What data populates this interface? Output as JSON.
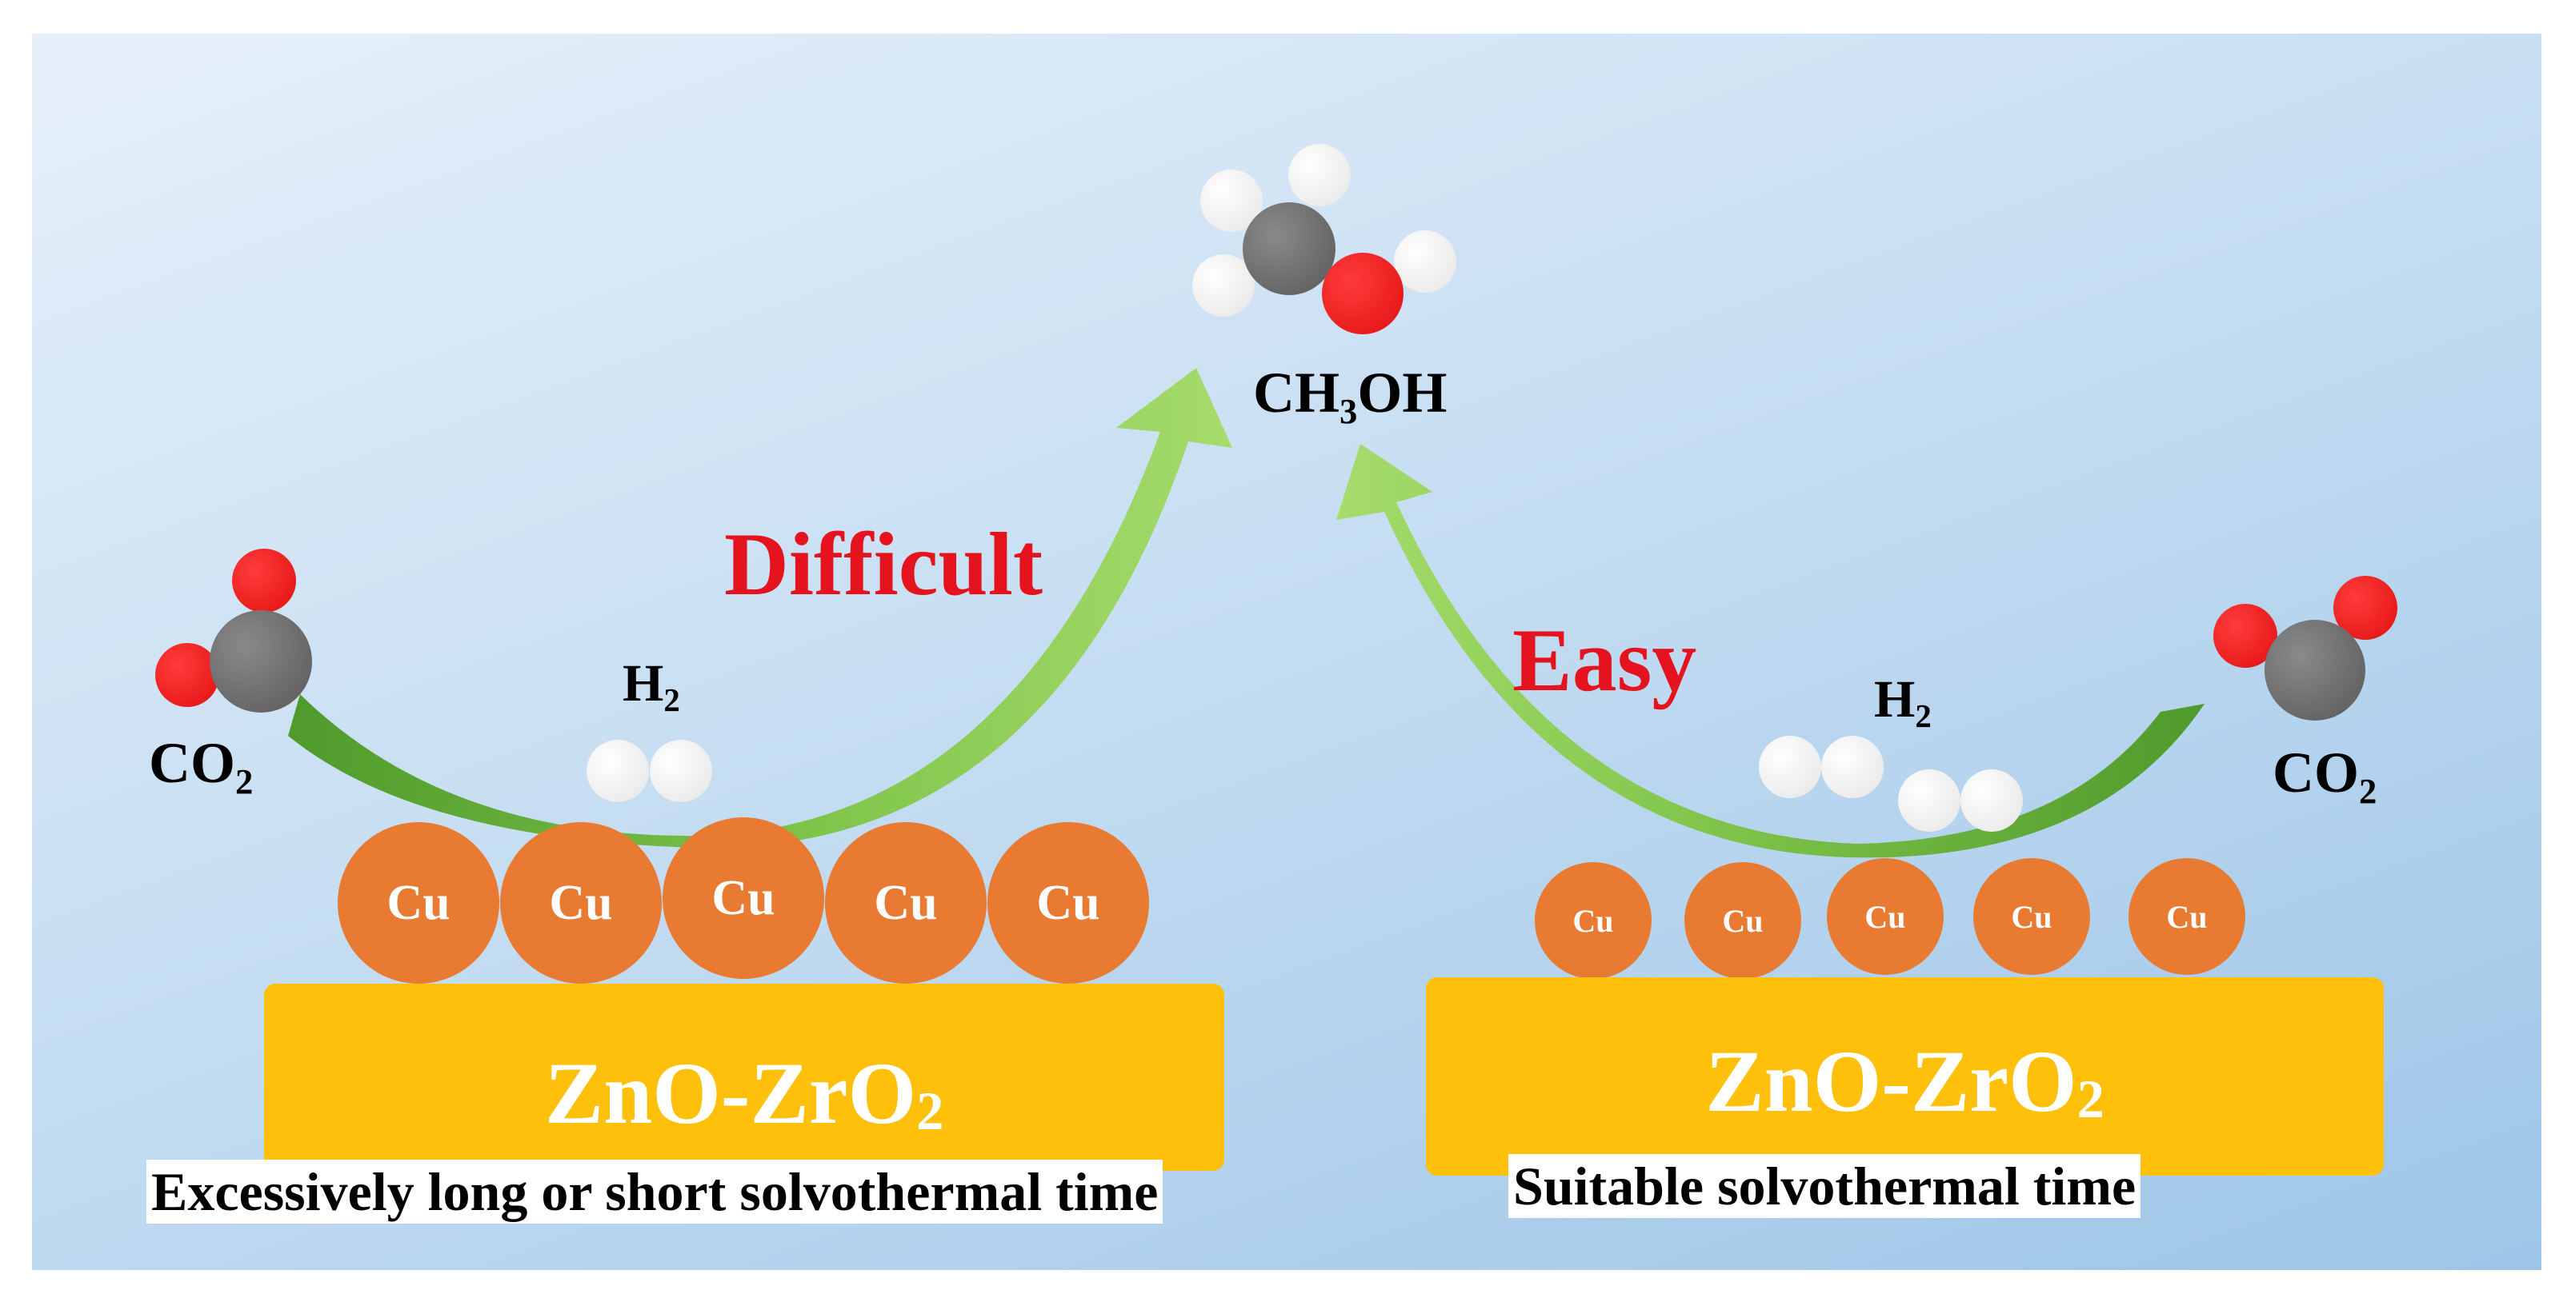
{
  "product": {
    "formula_prefix": "CH",
    "formula_sub": "3",
    "formula_suffix": "OH"
  },
  "left": {
    "reactant_prefix": "CO",
    "reactant_sub": "2",
    "hydrogen_prefix": "H",
    "hydrogen_sub": "2",
    "path_label": "Difficult",
    "cu_labels": [
      "Cu",
      "Cu",
      "Cu",
      "Cu",
      "Cu"
    ],
    "support_prefix": "ZnO-ZrO",
    "support_sub": "2",
    "caption": "Excessively long or short solvothermal time"
  },
  "right": {
    "reactant_prefix": "CO",
    "reactant_sub": "2",
    "hydrogen_prefix": "H",
    "hydrogen_sub": "2",
    "path_label": "Easy",
    "cu_labels": [
      "Cu",
      "Cu",
      "Cu",
      "Cu",
      "Cu"
    ],
    "support_prefix": "ZnO-ZrO",
    "support_sub": "2",
    "caption": "Suitable solvothermal time"
  },
  "colors": {
    "background_top": "#e6f0fa",
    "background_bottom": "#9ec6e8",
    "arrow": "#7ec44a",
    "arrow_dark": "#4f9a2c",
    "label": "#e4131d",
    "cu": "#e87a32",
    "support": "#fec00a",
    "carbon": "#676767",
    "oxygen": "#ee1c1c",
    "hydrogen": "#f4f4f4"
  }
}
